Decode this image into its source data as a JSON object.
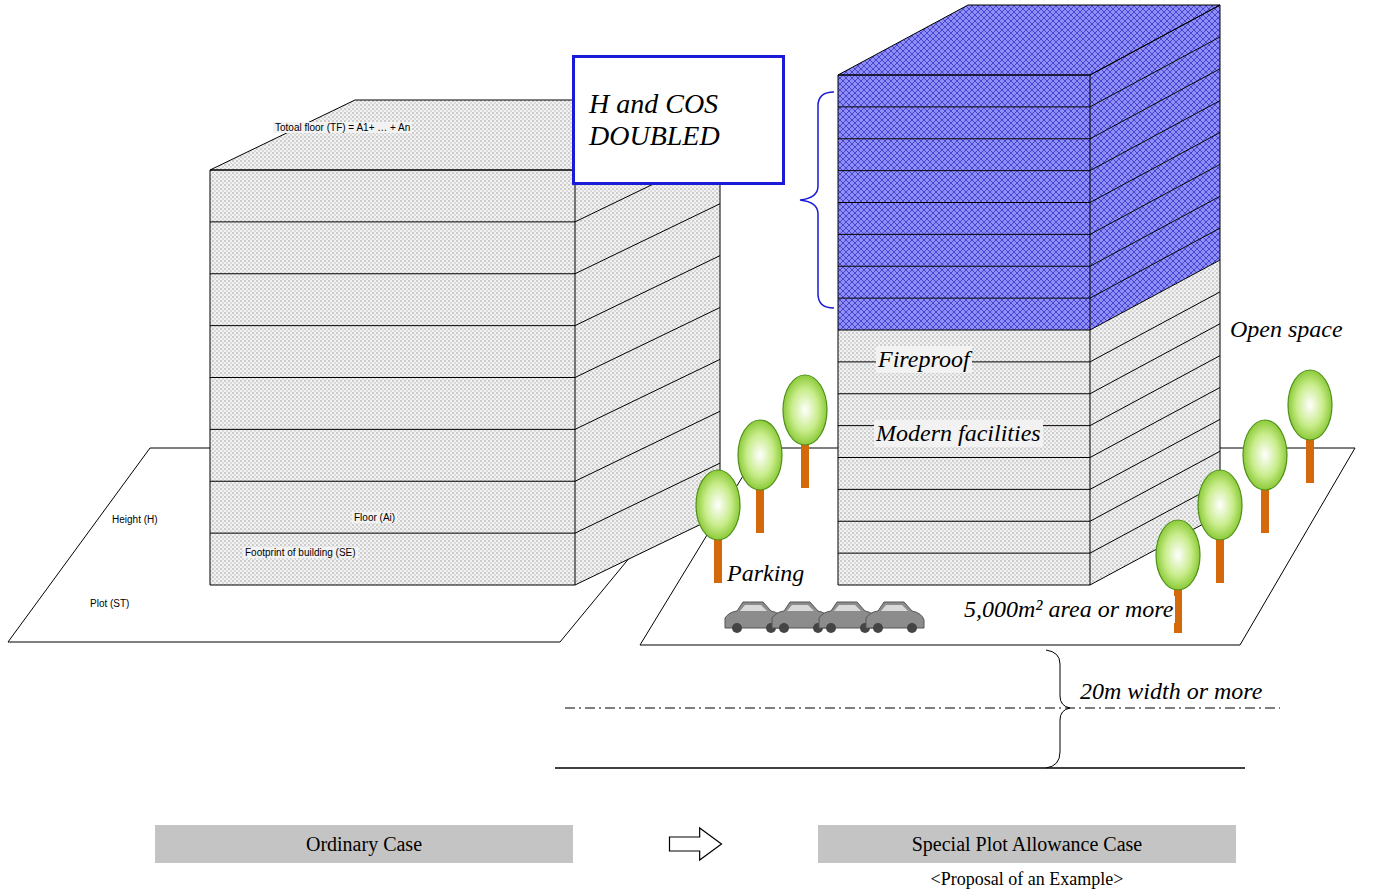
{
  "diagram": {
    "nodes": [
      {
        "text": [
          "H and COS DOUBLED"
        ]
      },
      {
        "text": [
          "Ordinary Case"
        ]
      },
      {
        "text": [
          "Special Plot Allowance Case",
          "<Proposal of an Example>"
        ]
      }
    ],
    "edges": [
      {
        "from": 1,
        "to": 2,
        "arrow": "to"
      }
    ],
    "labels": [
      "Totoal floor (TF) = A1+ … + An",
      "Height (H)",
      "Floor (Ai)",
      "Footprint of building (SE)",
      "Plot (ST)",
      "Open space",
      "Fireproof",
      "Modern facilities",
      "Parking",
      "5,000m² area or more",
      "20m width or more"
    ]
  }
}
